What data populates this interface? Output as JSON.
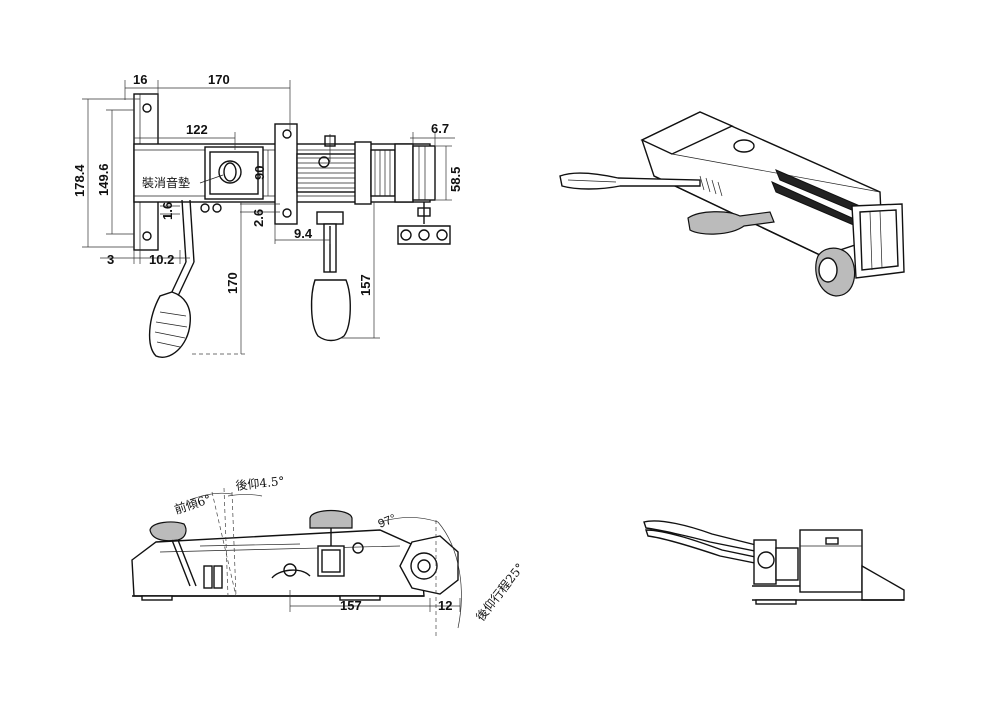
{
  "top_view": {
    "dims": {
      "d16": "16",
      "d170_top": "170",
      "d122": "122",
      "d6_7": "6.7",
      "d178_4": "178.4",
      "d149_6": "149.6",
      "d90": "90",
      "d58_5": "58.5",
      "d2_6": "2.6",
      "d1_6": "1.6",
      "d9_4": "9.4",
      "d3": "3",
      "d10_2": "10.2",
      "d170_v": "170",
      "d157_v": "157"
    },
    "pad_label": "裝消音墊"
  },
  "side_view": {
    "forward_tilt": "前傾6°",
    "backward_tilt": "後仰4.5°",
    "angle_97": "97°",
    "dim_157": "157",
    "dim_12": "12",
    "backward_travel": "後仰行程25°"
  }
}
